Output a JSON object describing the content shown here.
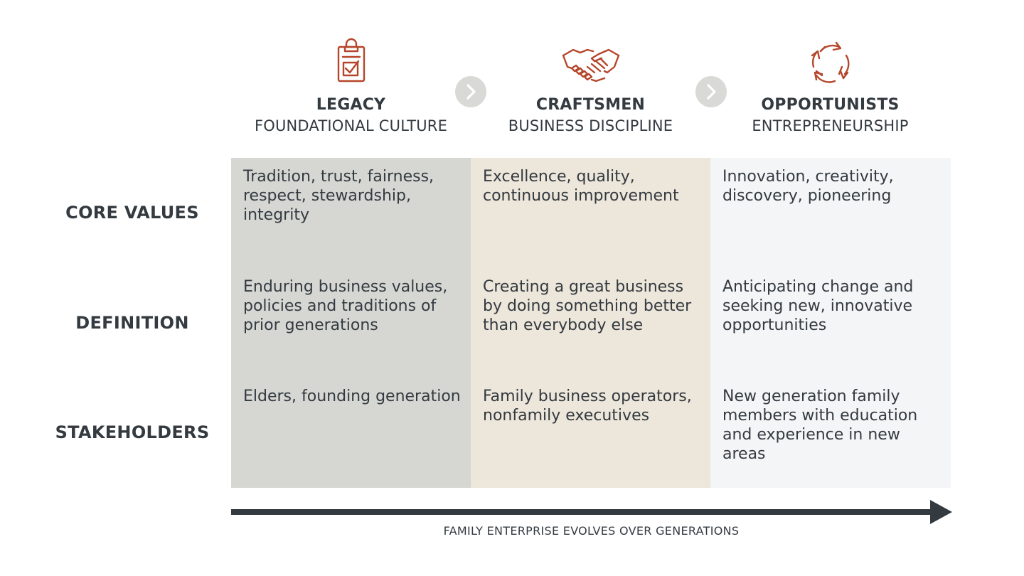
{
  "columns": [
    {
      "title": "LEGACY",
      "subtitle": "FOUNDATIONAL CULTURE",
      "icon": "clipboard-check-icon",
      "band_color": "#d6d7d3",
      "cells": {
        "core_values": "Tradition, trust, fairness, respect, stewardship, integrity",
        "definition": "Enduring business values, policies and traditions of prior generations",
        "stakeholders": "Elders, founding generation"
      }
    },
    {
      "title": "CRAFTSMEN",
      "subtitle": "BUSINESS DISCIPLINE",
      "icon": "handshake-icon",
      "band_color": "#ede6da",
      "cells": {
        "core_values": "Excellence, quality, continuous improvement",
        "definition": "Creating a great business by doing something better than everybody else",
        "stakeholders": "Family business operators, nonfamily executives"
      }
    },
    {
      "title": "OPPORTUNISTS",
      "subtitle": "ENTREPRENEURSHIP",
      "icon": "recycle-arrows-icon",
      "band_color": "#f4f5f7",
      "cells": {
        "core_values": "Innovation, creativity, discovery, pioneering",
        "definition": "Anticipating change and seeking new, innovative opportunities",
        "stakeholders": "New generation family members with education and experience in new areas"
      }
    }
  ],
  "rows": {
    "core_values": "CORE VALUES",
    "definition": "DEFINITION",
    "stakeholders": "STAKEHOLDERS"
  },
  "axis_caption": "FAMILY ENTERPRISE EVOLVES OVER GENERATIONS",
  "colors": {
    "icon_accent": "#b5462b",
    "text": "#333a40",
    "chevron_circle": "#d9dad7"
  }
}
